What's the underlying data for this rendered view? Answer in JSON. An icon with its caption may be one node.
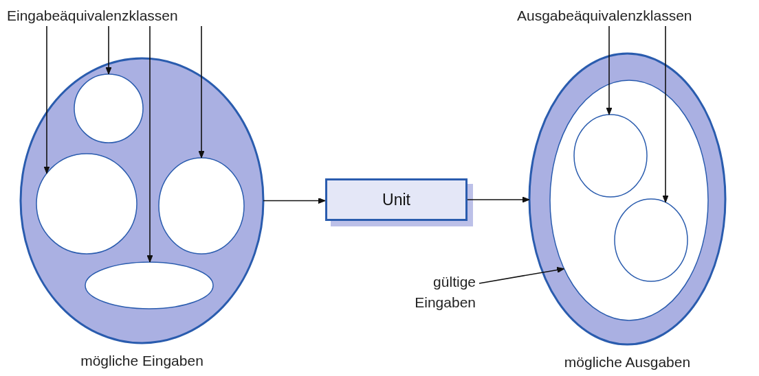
{
  "diagram": {
    "nodes": [
      {
        "text": [
          "Eingabeäquivalenzklassen"
        ]
      },
      {
        "text": [
          "mögliche Eingaben"
        ]
      },
      {
        "text": [],
        "shape": "circle",
        "in": 1
      },
      {
        "text": [],
        "shape": "circle",
        "in": 1
      },
      {
        "text": [],
        "shape": "circle",
        "in": 1
      },
      {
        "text": [],
        "shape": "circle",
        "in": 1
      },
      {
        "text": [
          "Unit"
        ]
      },
      {
        "text": [
          "Ausgabeäquivalenzklassen"
        ]
      },
      {
        "text": [
          "mögliche Ausgaben"
        ]
      },
      {
        "text": [],
        "shape": "circle",
        "in": 8
      },
      {
        "text": [],
        "shape": "circle",
        "in": 9
      },
      {
        "text": [],
        "shape": "circle",
        "in": 9
      },
      {
        "text": [
          "gültige Eingaben"
        ]
      }
    ],
    "edges": [
      {
        "from": 0,
        "to": 3,
        "arrow": "to"
      },
      {
        "from": 0,
        "to": 2,
        "arrow": "to"
      },
      {
        "from": 0,
        "to": 5,
        "arrow": "to"
      },
      {
        "from": 0,
        "to": 4,
        "arrow": "to"
      },
      {
        "from": 1,
        "to": 6,
        "arrow": "to"
      },
      {
        "from": 6,
        "to": 8,
        "arrow": "to"
      },
      {
        "from": 7,
        "to": 10,
        "arrow": "to"
      },
      {
        "from": 7,
        "to": 11,
        "arrow": "to"
      },
      {
        "from": 12,
        "to": 9,
        "arrow": "to"
      }
    ]
  }
}
